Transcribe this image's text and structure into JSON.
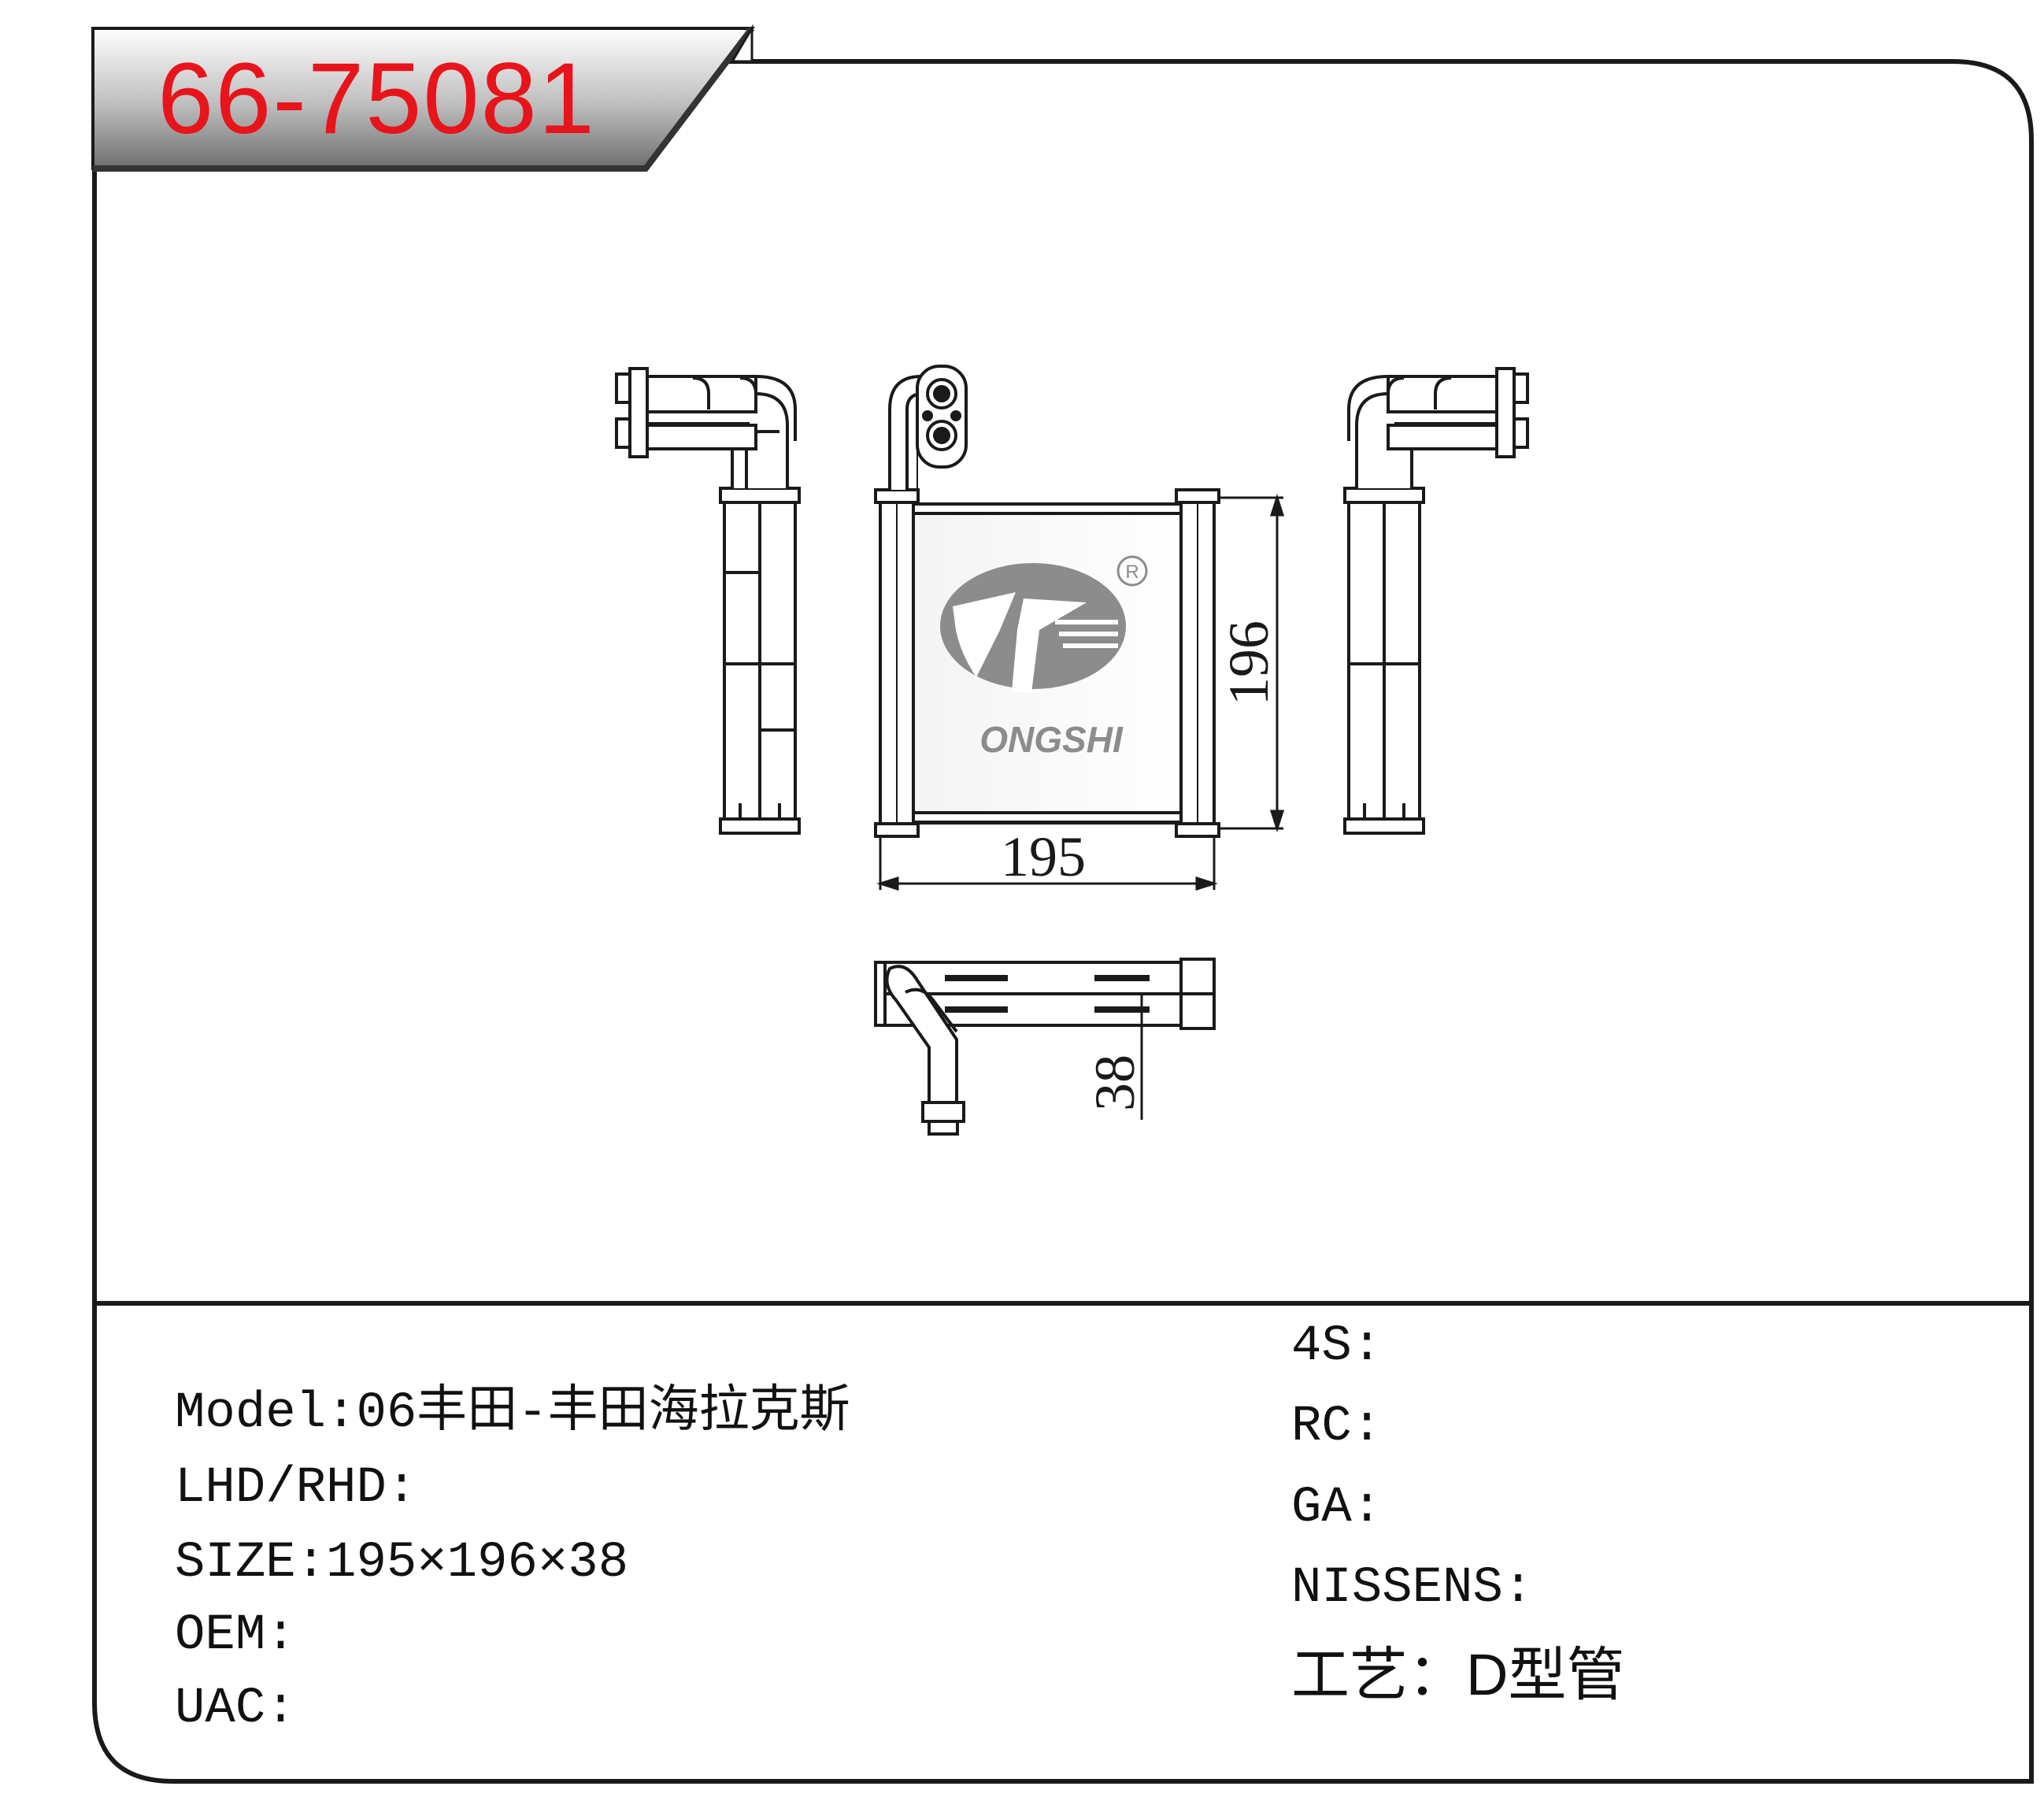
{
  "part_number": "66-75081",
  "brand": {
    "name": "ONGSHI",
    "registered_mark": "R"
  },
  "dimensions": {
    "width": "195",
    "height": "196",
    "depth": "38"
  },
  "specs": {
    "model": "Model:06丰田-丰田海拉克斯",
    "lhd_rhd": "LHD/RHD:",
    "size": "SIZE:195×196×38",
    "oem": "OEM:",
    "uac": "UAC:"
  },
  "refs": {
    "four_s": "4S:",
    "rc": "RC:",
    "ga": "GA:",
    "nissens": "NISSENS:",
    "process": "工艺：D型管"
  },
  "colors": {
    "title_red": "#e8141b",
    "frame": "#1a1a1a",
    "logo_gray": "#8c8c8c"
  }
}
